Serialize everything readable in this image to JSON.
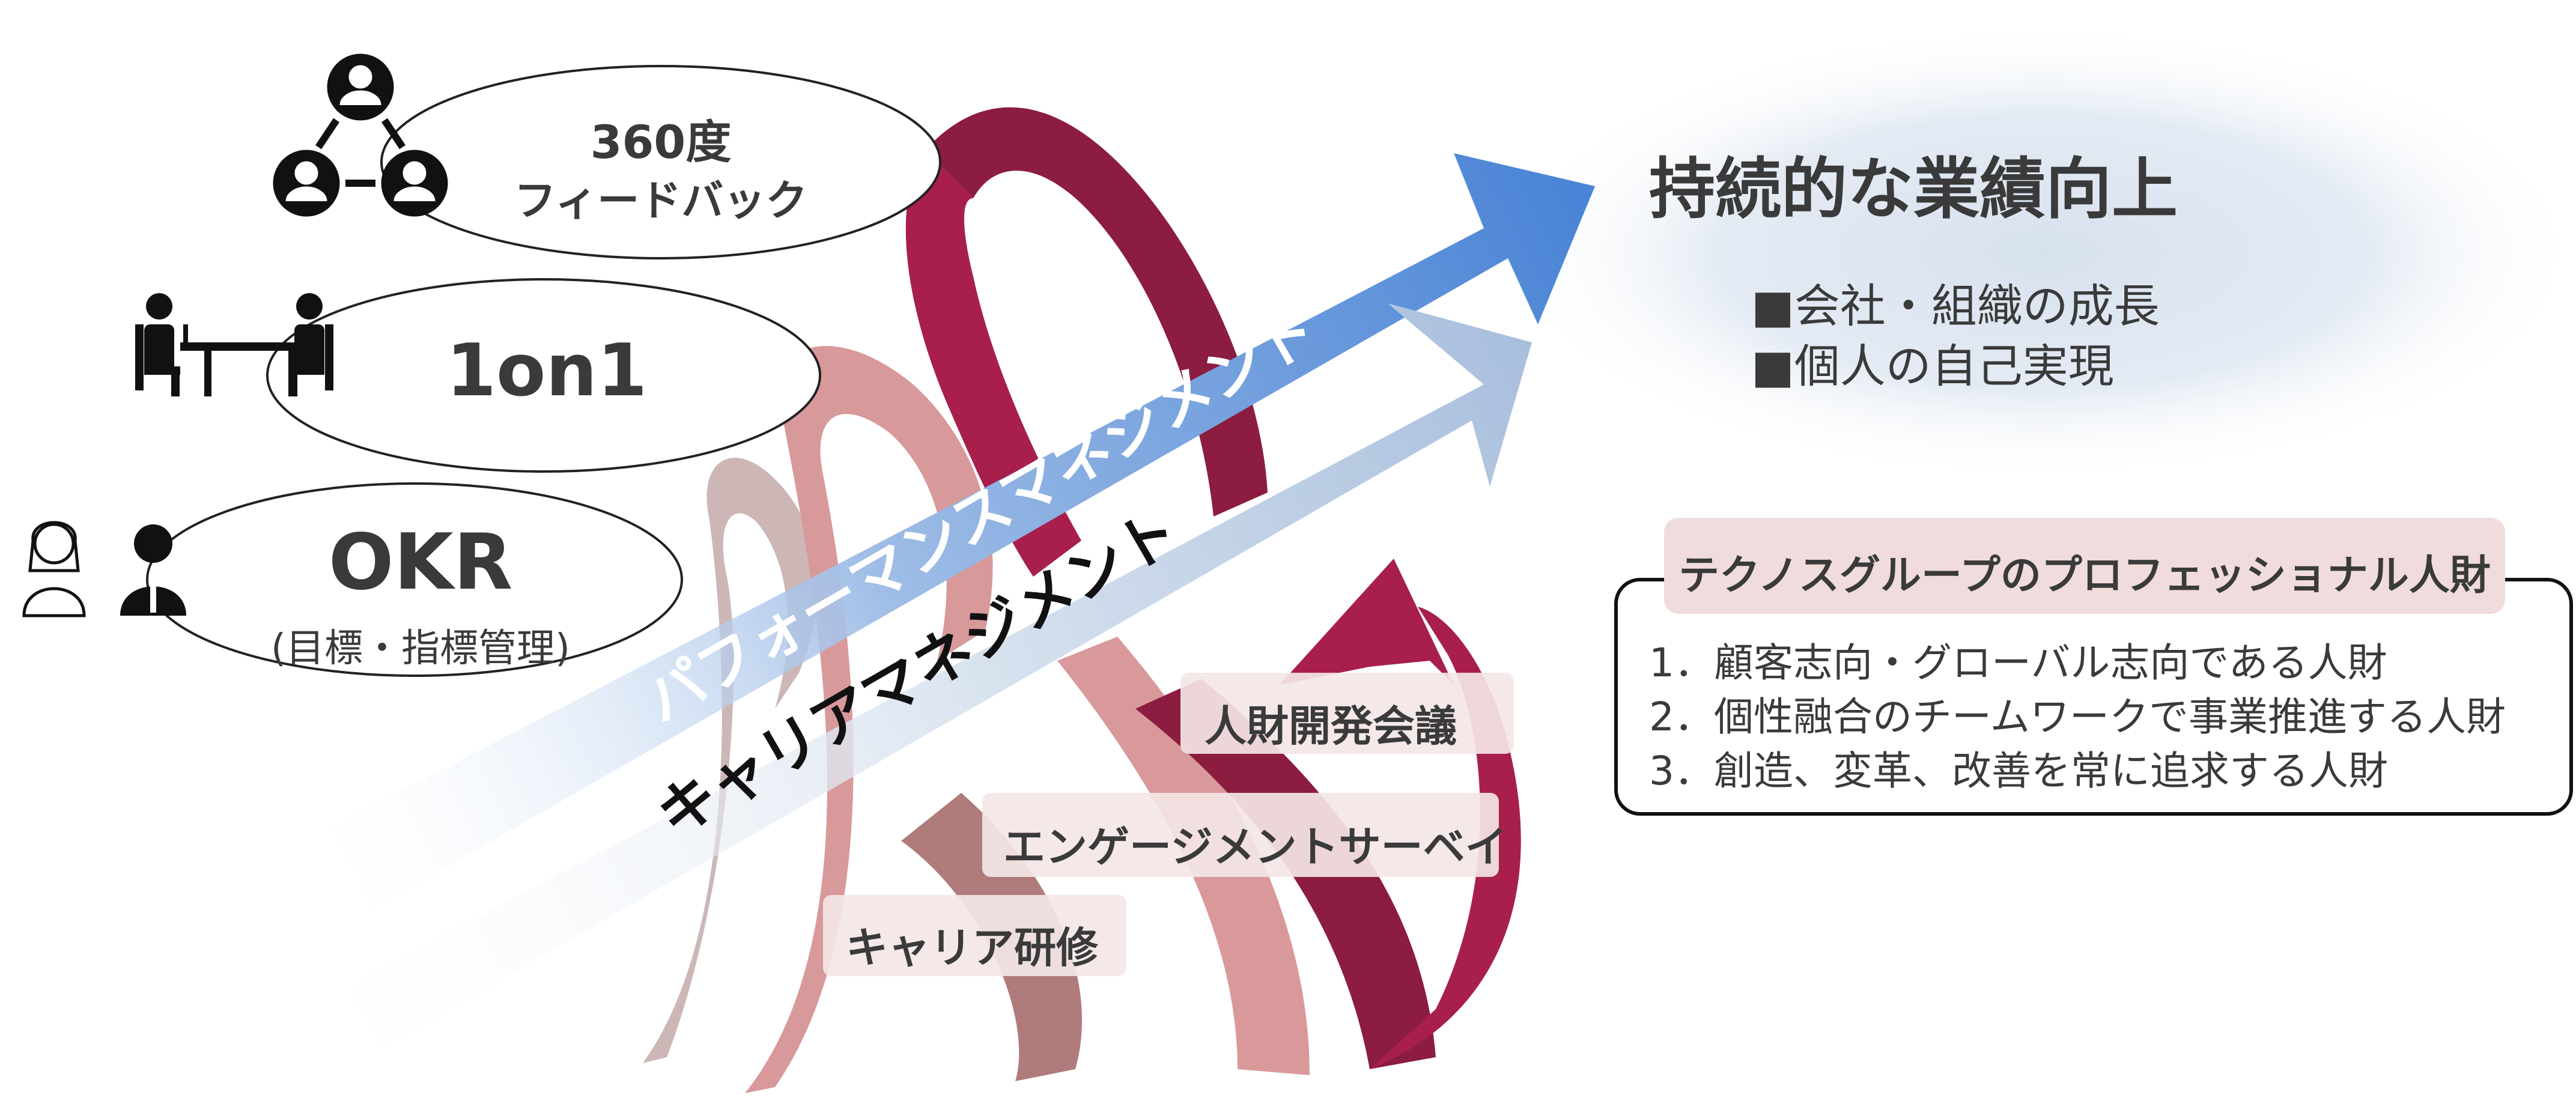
{
  "left_items": [
    {
      "title": "360度",
      "subtitle": "フィードバック",
      "icon": "people-network-icon"
    },
    {
      "title": "1on1",
      "subtitle": "",
      "icon": "meeting-table-icon"
    },
    {
      "title": "OKR",
      "subtitle": "(目標・指標管理)",
      "icon": "woman-man-icon"
    }
  ],
  "arrows": {
    "performance": "パフォーマンスマネジメント",
    "career": "キャリアマネジメント"
  },
  "spiral_labels": {
    "council": "人財開発会議",
    "survey": "エンゲージメントサーベイ",
    "training": "キャリア研修"
  },
  "goal": {
    "title": "持続的な業績向上",
    "bullets": [
      "■会社・組織の成長",
      "■個人の自己実現"
    ]
  },
  "talent": {
    "header": "テクノスグループのプロフェッショナル人財",
    "items": [
      "1．顧客志向・グローバル志向である人財",
      "2．個性融合のチームワークで事業推進する人財",
      "3．創造、変革、改善を常に追求する人財"
    ]
  },
  "colors": {
    "text": "#3a3a3a",
    "blue_arrow": "#4f86d4",
    "light_arrow": "#b5c8e0",
    "ribbon_dark": "#8c1c40",
    "ribbon_mid": "#a83a5a",
    "ribbon_pink": "#d9999b",
    "ribbon_light": "#c8b0b0",
    "header_bg": "#f0dcdc"
  }
}
